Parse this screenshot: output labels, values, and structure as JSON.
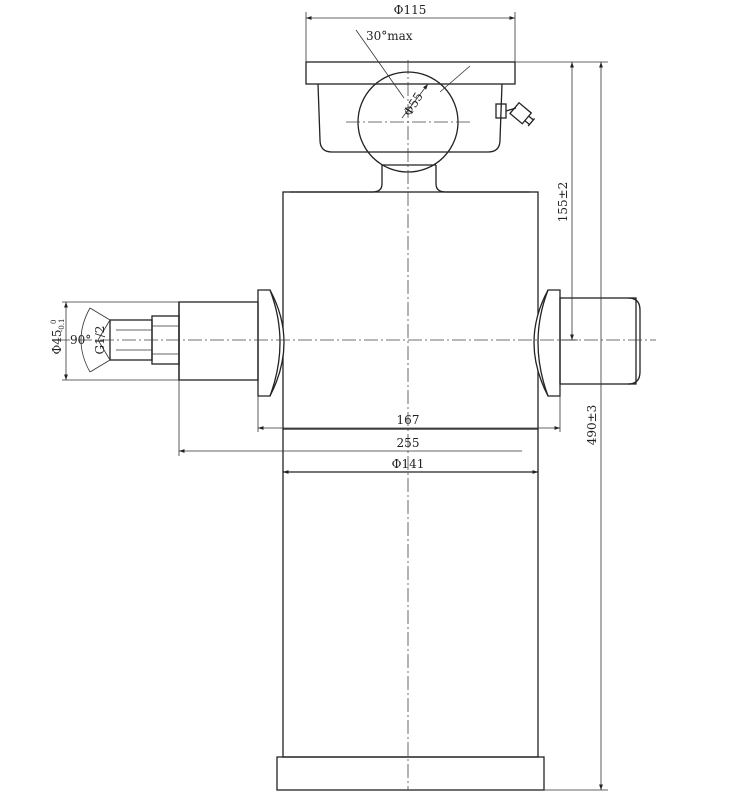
{
  "drawing": {
    "line_color": "#222222",
    "background": "#ffffff",
    "dimensions": {
      "top_flange_diameter": "Φ115",
      "ball_diameter": "Φ55",
      "tilt_angle": "30°max",
      "ball_to_mount_height": "155±2",
      "overall_height": "490±3",
      "port_thread": "G1/2",
      "port_cone_angle": "90°",
      "port_boss_diameter": "Φ45",
      "port_boss_tolerance_upper": "0",
      "port_boss_tolerance_lower": "-0.1",
      "trunnion_span": "167",
      "trunnion_overall": "255",
      "body_diameter": "Φ141"
    }
  }
}
